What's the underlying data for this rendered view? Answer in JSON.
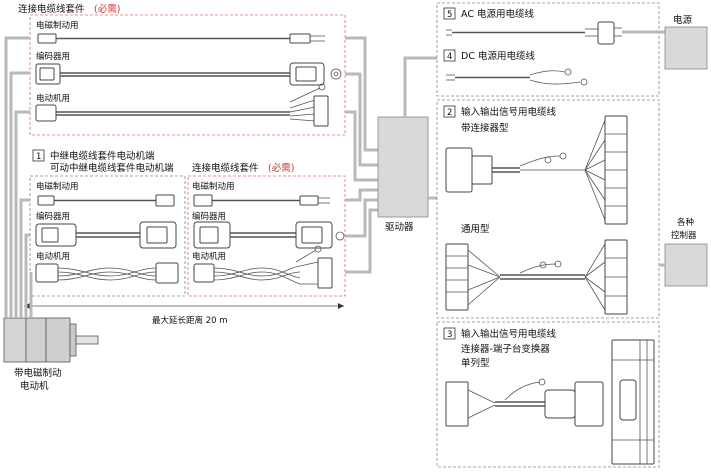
{
  "labels": {
    "kit_top_title": "连接电缆线套件",
    "kit_top_required": "(必需)",
    "brake": "电磁制动用",
    "encoder": "编码器用",
    "motor": "电动机用",
    "relay_num": "1",
    "relay_line1": "中继电缆线套件电动机端",
    "relay_line2": "可动中继电缆线套件电动机端",
    "kit_mid_title": "连接电缆线套件",
    "kit_mid_required": "(必需)",
    "brake2": "电磁制动用",
    "encoder2": "编码器用",
    "motor2": "电动机用",
    "brake3": "电磁制动用",
    "encoder3": "编码器用",
    "motor3": "电动机用",
    "max_length": "最大延长距离 20 m",
    "motor_unit_line1": "带电磁制动",
    "motor_unit_line2": "电动机",
    "driver": "驱动器",
    "ac_num": "5",
    "ac_cable": "AC 电源用电缆线",
    "dc_num": "4",
    "dc_cable": "DC 电源用电缆线",
    "power": "电源",
    "io_num": "2",
    "io_cable": "输入输出信号用电缆线",
    "io_with_connector": "带连接器型",
    "io_general": "通用型",
    "controller_line1": "各种",
    "controller_line2": "控制器",
    "term_num": "3",
    "term_cable": "输入输出信号用电缆线",
    "term_line1": "连接器-端子台变换器",
    "term_line2": "单列型"
  },
  "colors": {
    "required": "#d23a3a",
    "wire": "#b9b9b9",
    "box": "#d9d9d9"
  }
}
